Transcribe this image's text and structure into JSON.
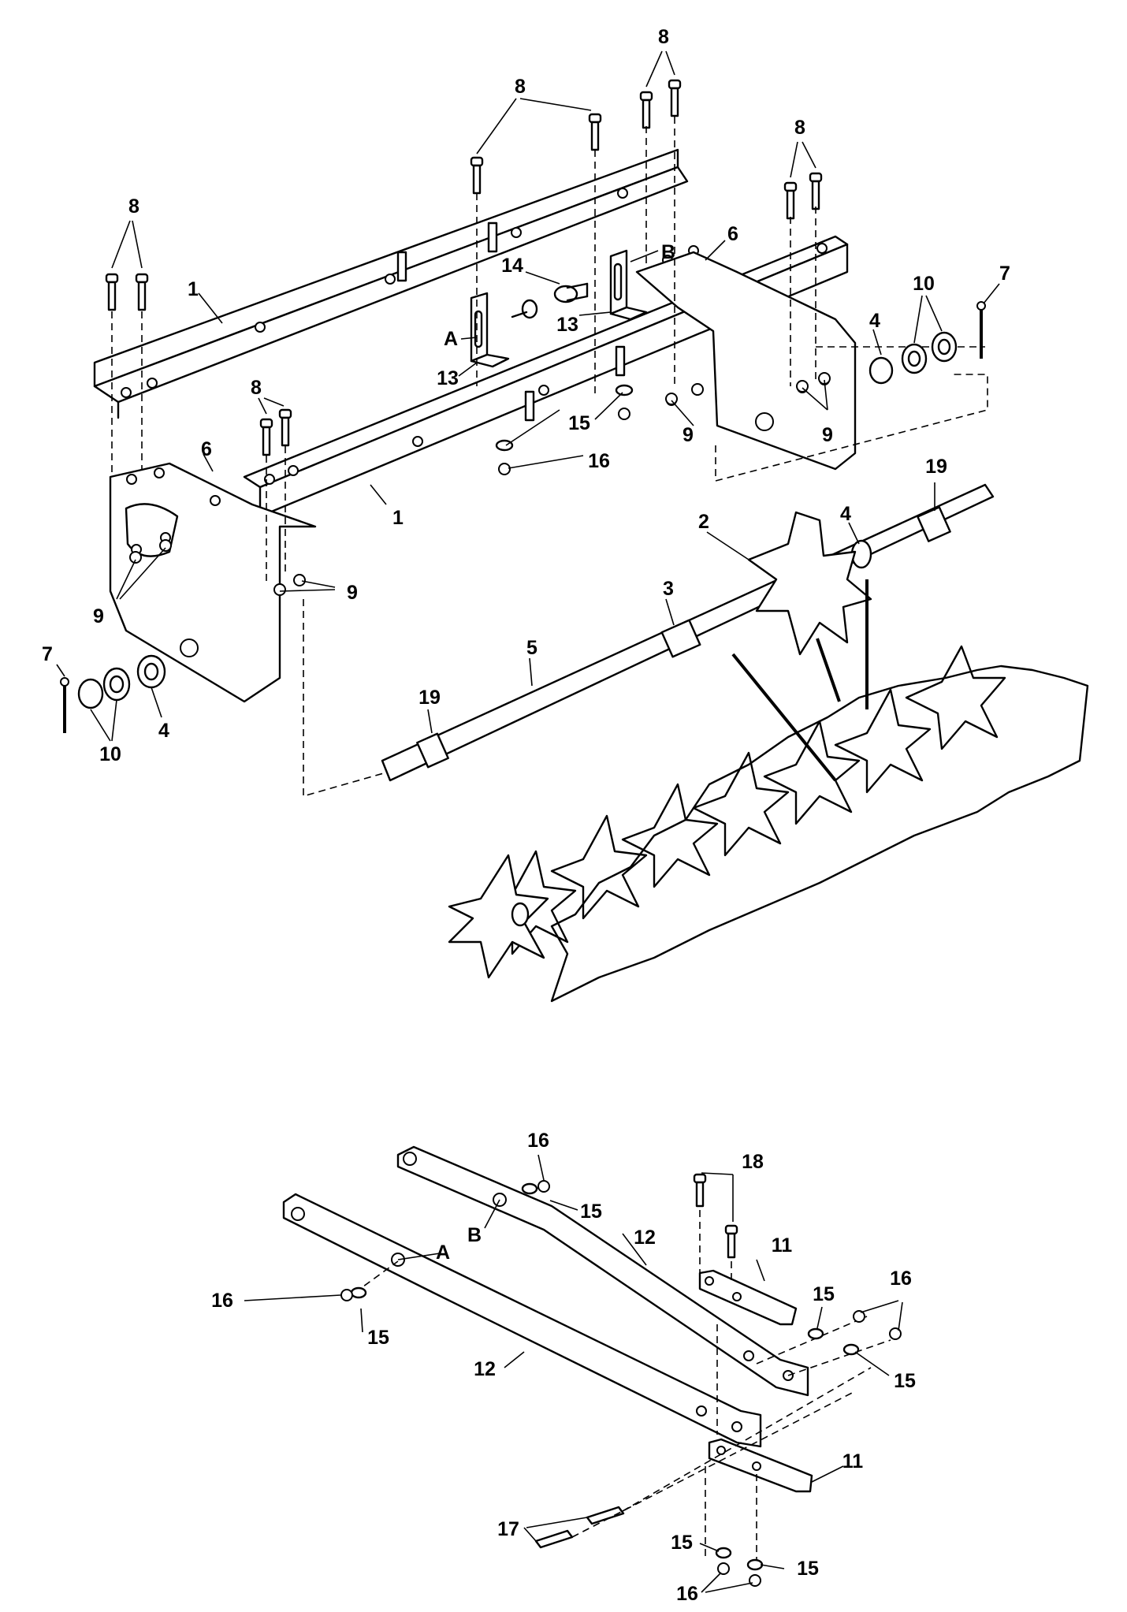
{
  "callouts": {
    "c1": "1",
    "c2": "2",
    "c3": "3",
    "c4": "4",
    "c5": "5",
    "c6": "6",
    "c7": "7",
    "c8": "8",
    "c9": "9",
    "c10": "10",
    "c11": "11",
    "c12": "12",
    "c13": "13",
    "c14": "14",
    "c15": "15",
    "c16": "16",
    "c17": "17",
    "c18": "18",
    "c19": "19",
    "cA": "A",
    "cB": "B"
  }
}
